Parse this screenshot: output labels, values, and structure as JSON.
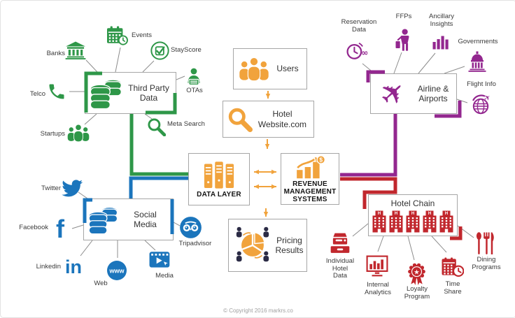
{
  "diagram": {
    "copyright": "© Copyright 2016 markrs.co",
    "colors": {
      "green": "#2e9748",
      "blue": "#1b75bc",
      "purple": "#93278f",
      "red": "#c1272d",
      "orange": "#f1a33c",
      "navy": "#2b2b45",
      "wire": "#8c8c8c",
      "border": "#a6a6a6"
    },
    "clusters": [
      {
        "id": "third-party-data",
        "title": "Third Party\nData",
        "color": "green",
        "icon": "database-icon",
        "satellites": [
          {
            "id": "banks",
            "label": "Banks",
            "icon": "bank-icon"
          },
          {
            "id": "events",
            "label": "Events",
            "icon": "calendar-icon"
          },
          {
            "id": "stayscore",
            "label": "StayScore",
            "icon": "check-icon"
          },
          {
            "id": "telco",
            "label": "Telco",
            "icon": "phone-icon"
          },
          {
            "id": "otas",
            "label": "OTAs",
            "icon": "person-desk-icon"
          },
          {
            "id": "startups",
            "label": "Startups",
            "icon": "people-icon"
          },
          {
            "id": "meta-search",
            "label": "Meta Search",
            "icon": "magnifier-icon"
          }
        ]
      },
      {
        "id": "airline-airports",
        "title": "Airline &\nAirports",
        "color": "purple",
        "icon": "plane-icon",
        "satellites": [
          {
            "id": "reservation-data",
            "label": "Reservation\nData",
            "icon": "clock-infinity-icon"
          },
          {
            "id": "ffps",
            "label": "FFPs",
            "icon": "traveler-icon"
          },
          {
            "id": "ancillary-insights",
            "label": "Ancillary\nInsights",
            "icon": "bars-icon"
          },
          {
            "id": "governments",
            "label": "Governments",
            "icon": "capitol-icon"
          },
          {
            "id": "flight-info",
            "label": "Flight Info",
            "icon": "globe-plane-icon"
          }
        ]
      },
      {
        "id": "social-media",
        "title": "Social Media",
        "color": "blue",
        "icon": "database-icon",
        "satellites": [
          {
            "id": "twitter",
            "label": "Twitter",
            "icon": "twitter-icon"
          },
          {
            "id": "facebook",
            "label": "Facebook",
            "icon": "facebook-icon"
          },
          {
            "id": "linkedin",
            "label": "Linkedin",
            "icon": "linkedin-icon"
          },
          {
            "id": "web",
            "label": "Web",
            "icon": "www-icon"
          },
          {
            "id": "media",
            "label": "Media",
            "icon": "media-icon"
          },
          {
            "id": "tripadvisor",
            "label": "Tripadvisor",
            "icon": "tripadvisor-icon"
          }
        ]
      },
      {
        "id": "hotel-chain",
        "title": "Hotel Chain",
        "color": "red",
        "icon": "hotel-icon",
        "satellites": [
          {
            "id": "individual-hotel-data",
            "label": "Individual\nHotel\nData",
            "icon": "cashbox-icon"
          },
          {
            "id": "internal-analytics",
            "label": "Internal\nAnalytics",
            "icon": "monitor-bars-icon"
          },
          {
            "id": "loyalty-program",
            "label": "Loyalty\nProgram",
            "icon": "rosette-icon"
          },
          {
            "id": "time-share",
            "label": "Time\nShare",
            "icon": "calendar-clock-icon"
          },
          {
            "id": "dining-programs",
            "label": "Dining\nPrograms",
            "icon": "cutlery-icon"
          }
        ]
      }
    ],
    "center_boxes": [
      {
        "id": "users",
        "label": "Users",
        "icon": "users-icon",
        "style": "plain"
      },
      {
        "id": "hotel-website",
        "label": "Hotel\nWebsite.com",
        "icon": "magnifier-solid-icon",
        "style": "plain"
      },
      {
        "id": "data-layer",
        "label": "DATA LAYER",
        "icon": "servers-icon",
        "style": "caps"
      },
      {
        "id": "revenue-management-systems",
        "label": "REVENUE\nMANAGEMENT\nSYSTEMS",
        "icon": "chart-dollar-icon",
        "style": "caps"
      },
      {
        "id": "pricing-results",
        "label": "Pricing\nResults",
        "icon": "pie-people-icon",
        "style": "plain"
      }
    ]
  }
}
